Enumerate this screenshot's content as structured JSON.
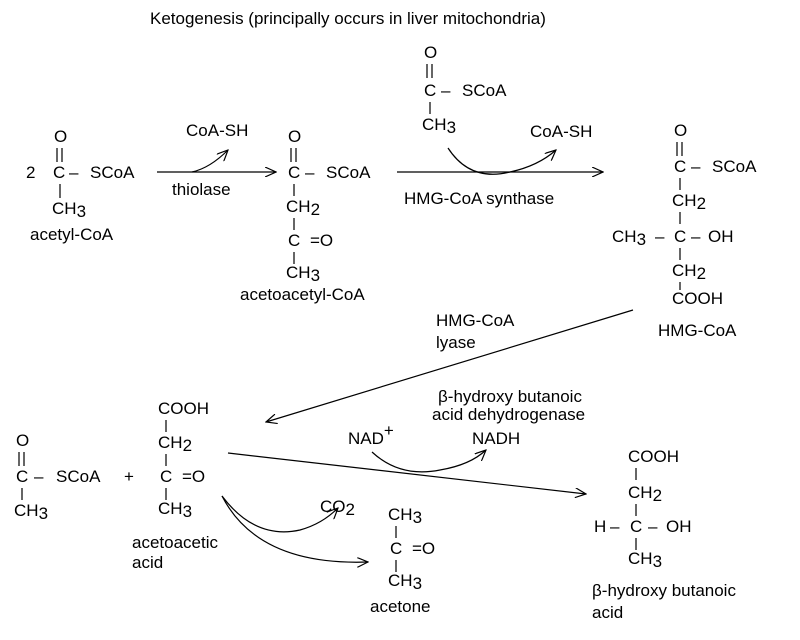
{
  "title": "Ketogenesis (principally occurs in liver mitochondria)",
  "acetyl_coa": {
    "coefficient": "2",
    "o": "O",
    "c": "C",
    "dash": "–",
    "scoa": "SCoA",
    "ch3": "CH",
    "ch3_sub": "3",
    "label": "acetyl-CoA"
  },
  "thiolase_step": {
    "byproduct": "CoA-SH",
    "enzyme": "thiolase"
  },
  "acetoacetyl_coa": {
    "o": "O",
    "c1": "C",
    "dash": "–",
    "scoa": "SCoA",
    "ch2": "CH",
    "ch2_sub": "2",
    "c2": "C",
    "eq_o": "=O",
    "ch3": "CH",
    "ch3_sub": "3",
    "label": "acetoacetyl-CoA"
  },
  "hmg_synthase_step": {
    "reagent_o": "O",
    "reagent_c": "C",
    "reagent_dash": "–",
    "reagent_scoa": "SCoA",
    "reagent_ch3": "CH",
    "reagent_ch3_sub": "3",
    "byproduct": "CoA-SH",
    "enzyme": "HMG-CoA synthase"
  },
  "hmg_coa": {
    "o": "O",
    "c1": "C",
    "dash1": "–",
    "scoa": "SCoA",
    "ch2a": "CH",
    "ch2a_sub": "2",
    "ch3": "CH",
    "ch3_sub": "3",
    "dash2": "–",
    "c2": "C",
    "dash3": "–",
    "oh": "OH",
    "ch2b": "CH",
    "ch2b_sub": "2",
    "cooh": "COOH",
    "label": "HMG-CoA"
  },
  "lyase_step": {
    "enzyme_line1": "HMG-CoA",
    "enzyme_line2": "lyase"
  },
  "acetyl_coa_product": {
    "o": "O",
    "c": "C",
    "dash": "–",
    "scoa": "SCoA",
    "ch3": "CH",
    "ch3_sub": "3",
    "plus": "+"
  },
  "acetoacetic_acid": {
    "cooh": "COOH",
    "ch2": "CH",
    "ch2_sub": "2",
    "c": "C",
    "eq_o": "=O",
    "ch3": "CH",
    "ch3_sub": "3",
    "label_line1": "acetoacetic",
    "label_line2": "acid"
  },
  "dehydrogenase_step": {
    "enzyme_line1": "β-hydroxy butanoic",
    "enzyme_line2": "acid dehydrogenase",
    "nad": "NAD",
    "nad_sup": "+",
    "nadh": "NADH"
  },
  "decarboxylation": {
    "co2": "CO",
    "co2_sub": "2"
  },
  "acetone": {
    "ch3a": "CH",
    "ch3a_sub": "3",
    "c": "C",
    "eq_o": "=O",
    "ch3b": "CH",
    "ch3b_sub": "3",
    "label": "acetone"
  },
  "hydroxybutanoic_acid": {
    "cooh": "COOH",
    "ch2": "CH",
    "ch2_sub": "2",
    "h": "H",
    "dash1": "–",
    "c": "C",
    "dash2": "–",
    "oh": "OH",
    "ch3": "CH",
    "ch3_sub": "3",
    "label_line1": "β-hydroxy butanoic",
    "label_line2": "acid"
  }
}
